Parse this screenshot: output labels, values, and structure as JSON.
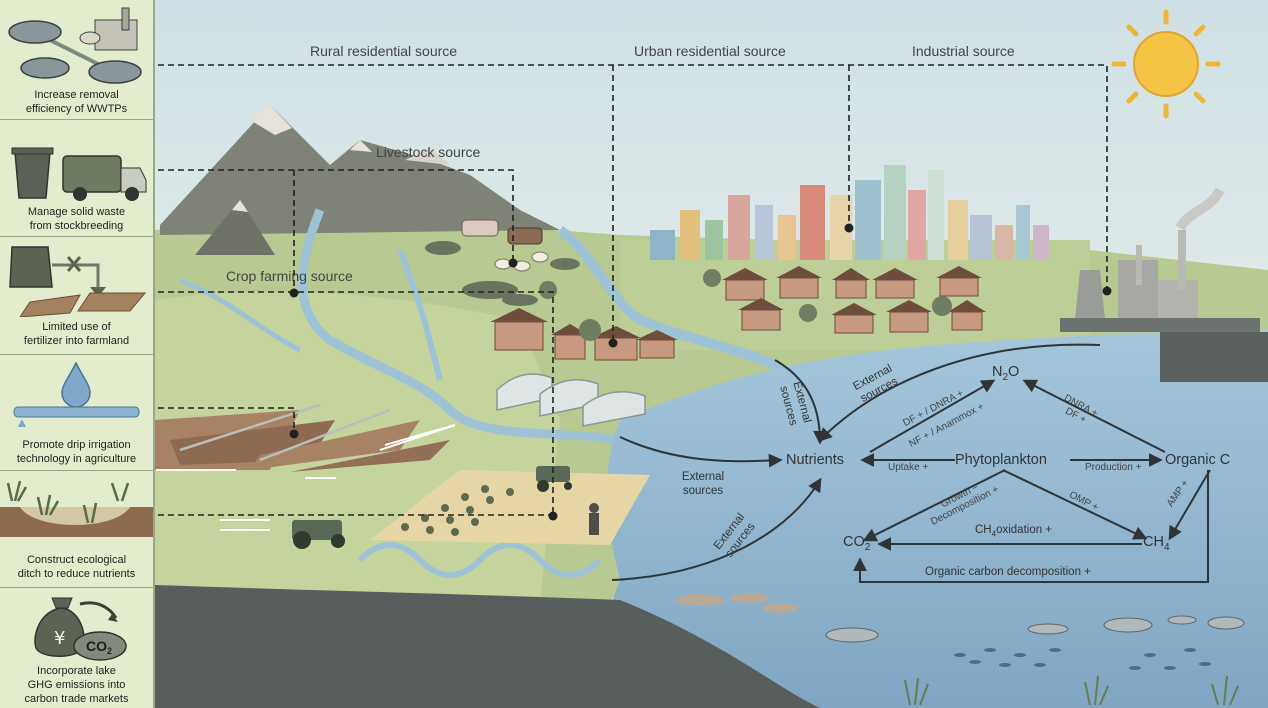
{
  "sidebar": {
    "panels": [
      {
        "icon": "wwtp-tanks-icon",
        "line1": "Increase removal",
        "line2": "efficiency of WWTPs"
      },
      {
        "icon": "garbage-truck-icon",
        "line1": "Manage solid waste",
        "line2": "from stockbreeding"
      },
      {
        "icon": "fertilizer-bag-icon",
        "line1": "Limited use of",
        "line2": "fertilizer into farmland"
      },
      {
        "icon": "water-drop-icon",
        "line1": "Promote drip irrigation",
        "line2": "technology in agriculture"
      },
      {
        "icon": "ecological-ditch-icon",
        "line1": "Construct ecological",
        "line2": "ditch to reduce nutrients"
      },
      {
        "icon": "money-bag-co2-icon",
        "line1": "Incorporate lake",
        "line2": "GHG emissions into",
        "line3": "carbon trade markets",
        "bag_symbol": "¥",
        "cloud_text": "CO",
        "cloud_sub": "2"
      }
    ]
  },
  "sources": {
    "rural": "Rural residential source",
    "urban": "Urban residential source",
    "industrial": "Industrial source",
    "livestock": "Livestock source",
    "crop": "Crop farming source"
  },
  "external": {
    "top_line1": "External",
    "top_line2": "sources",
    "vert_line1": "External",
    "vert_line2": "sources",
    "mid_line1": "External",
    "mid_line2": "sources",
    "low_line1": "External",
    "low_line2": "sources"
  },
  "cycle": {
    "nutrients": "Nutrients",
    "phytoplankton": "Phytoplankton",
    "organic_c": "Organic C",
    "n2o_main": "N",
    "n2o_sub": "2",
    "n2o_end": "O",
    "co2_main": "CO",
    "co2_sub": "2",
    "ch4_main": "CH",
    "ch4_sub": "4",
    "df_dnra": "DF + / DNRA +",
    "nf_anammox": "NF + / Anammox +",
    "dnra_df_line1": "DNRA +",
    "dnra_df_line2": "DF +",
    "uptake": "Uptake +",
    "production": "Production +",
    "growth_line1": "Growth −",
    "growth_line2": "Decomposition +",
    "omp": "OMP +",
    "amp": "AMP +",
    "ch4_oxidation_a": "CH",
    "ch4_oxidation_sub": "4",
    "ch4_oxidation_b": "oxidation +",
    "organic_decomp": "Organic carbon decomposition +"
  },
  "colors": {
    "sidebar_bg": "#e3eccd",
    "sky": "#dbe8ea",
    "lake": "#9cc0d6",
    "grass": "#b6c98e",
    "mountain": "#7e8074",
    "sun": "#f6c443",
    "dark_soil": "#555b59"
  }
}
